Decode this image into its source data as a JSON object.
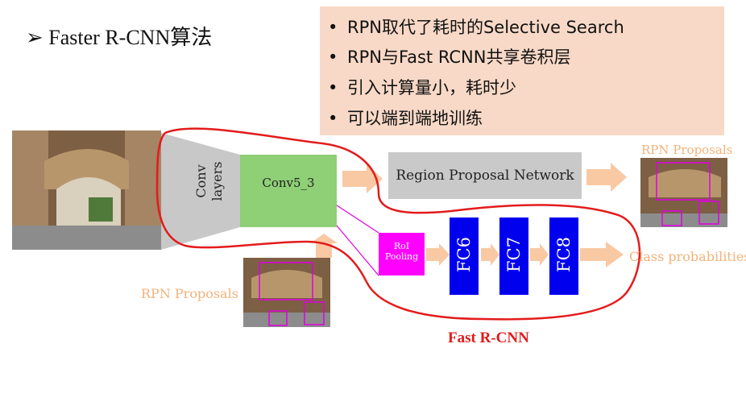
{
  "title": "Faster R-CNN算法",
  "title_marker": "➢",
  "bullets": [
    "RPN取代了耗时的Selective Search",
    "RPN与Fast RCNN共享卷积层",
    "引入计算量小，耗时少",
    "可以端到端地训练"
  ],
  "bullet_char": "•",
  "diagram": {
    "conv_layers": "Conv layers",
    "conv5_3": "Conv5_3",
    "rpn": "Region Proposal Network",
    "rpn_proposals_top": "RPN Proposals",
    "rpn_proposals_bottom": "RPN Proposals",
    "roi_pooling": "RoI Pooling",
    "fc6": "FC6",
    "fc7": "FC7",
    "fc8": "FC8",
    "class_probabilities": "Class probabilities",
    "fast_rcnn": "Fast R-CNN"
  },
  "colors": {
    "bullet_bg": "#f8d9c7",
    "conv_gray": "#c8c8c8",
    "conv5_green": "#8fcf76",
    "rpn_gray": "#c9c9c9",
    "roi_magenta": "#ff00ff",
    "fc_blue": "#0000ee",
    "arrow_orange": "#f8c9a3",
    "outline_red": "#e31b1b"
  }
}
